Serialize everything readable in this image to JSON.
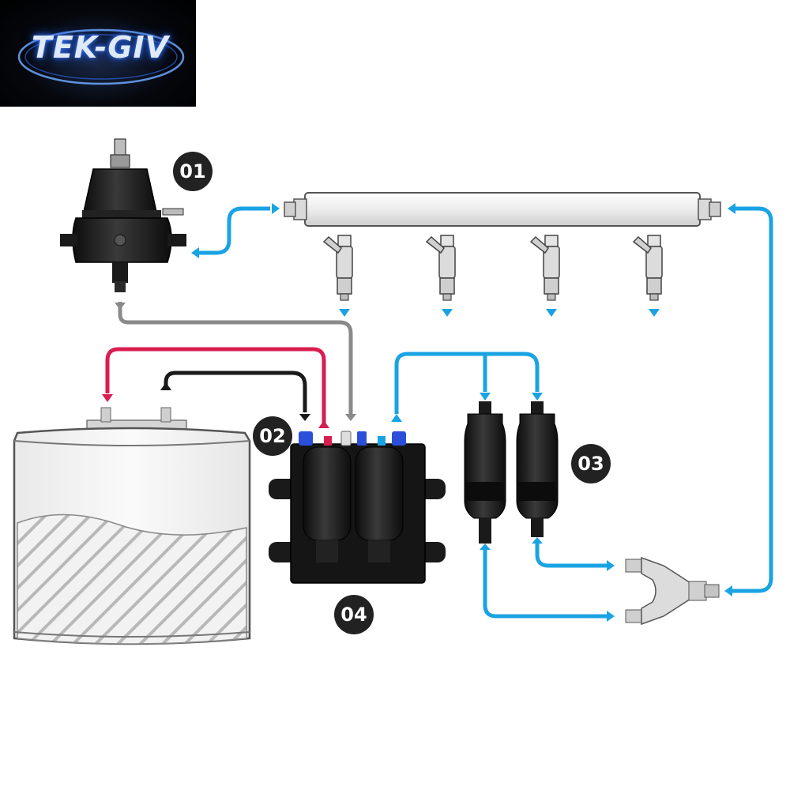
{
  "logo": {
    "text": "TEK-GIV"
  },
  "badges": [
    {
      "id": "01",
      "label": "01"
    },
    {
      "id": "02",
      "label": "02"
    },
    {
      "id": "03",
      "label": "03"
    },
    {
      "id": "04",
      "label": "04"
    }
  ],
  "colors": {
    "fuel_line_blue": "#1aa3e3",
    "return_gray": "#8a8a8a",
    "power_red": "#d81e50",
    "ground_black": "#1a1a1a",
    "component_black": "#151515"
  },
  "icons": [
    "fuel-pressure-regulator-icon",
    "fuel-rail-icon",
    "fuel-injector-icon",
    "fuel-tank-icon",
    "fuel-pump-icon",
    "fuel-filter-icon",
    "y-splitter-icon"
  ]
}
